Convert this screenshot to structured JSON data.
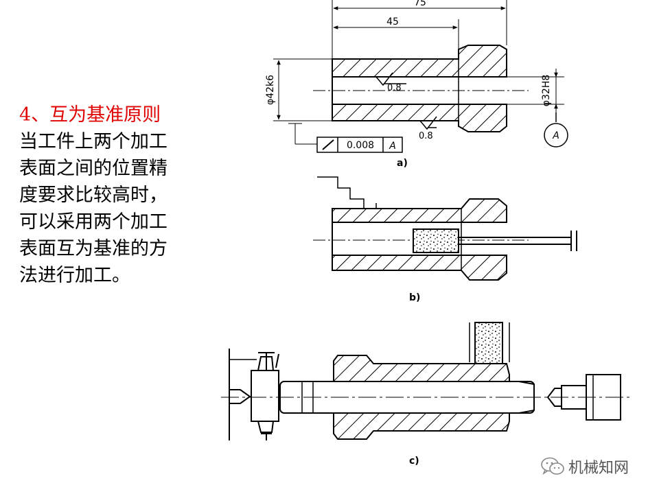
{
  "slide": {
    "title": "4、互为基准原则",
    "body_lines": [
      "当工件上两个加工",
      "表面之间的位置精",
      "度要求比较高时，",
      "可以采用两个加工",
      "表面互为基准的方",
      "法进行加工。"
    ]
  },
  "figure_a": {
    "dim_total": "75",
    "dim_left": "45",
    "dim_outer_dia": "φ42k6",
    "dim_bore_dia": "φ32H8",
    "roughness_inner": "0.8",
    "roughness_outer": "0.8",
    "tolerance_value": "0.008",
    "tolerance_datum": "A",
    "datum_label": "A",
    "caption": "a)"
  },
  "figure_b": {
    "caption": "b)"
  },
  "figure_c": {
    "caption": "c)"
  },
  "watermark": {
    "text": "机械知网"
  }
}
